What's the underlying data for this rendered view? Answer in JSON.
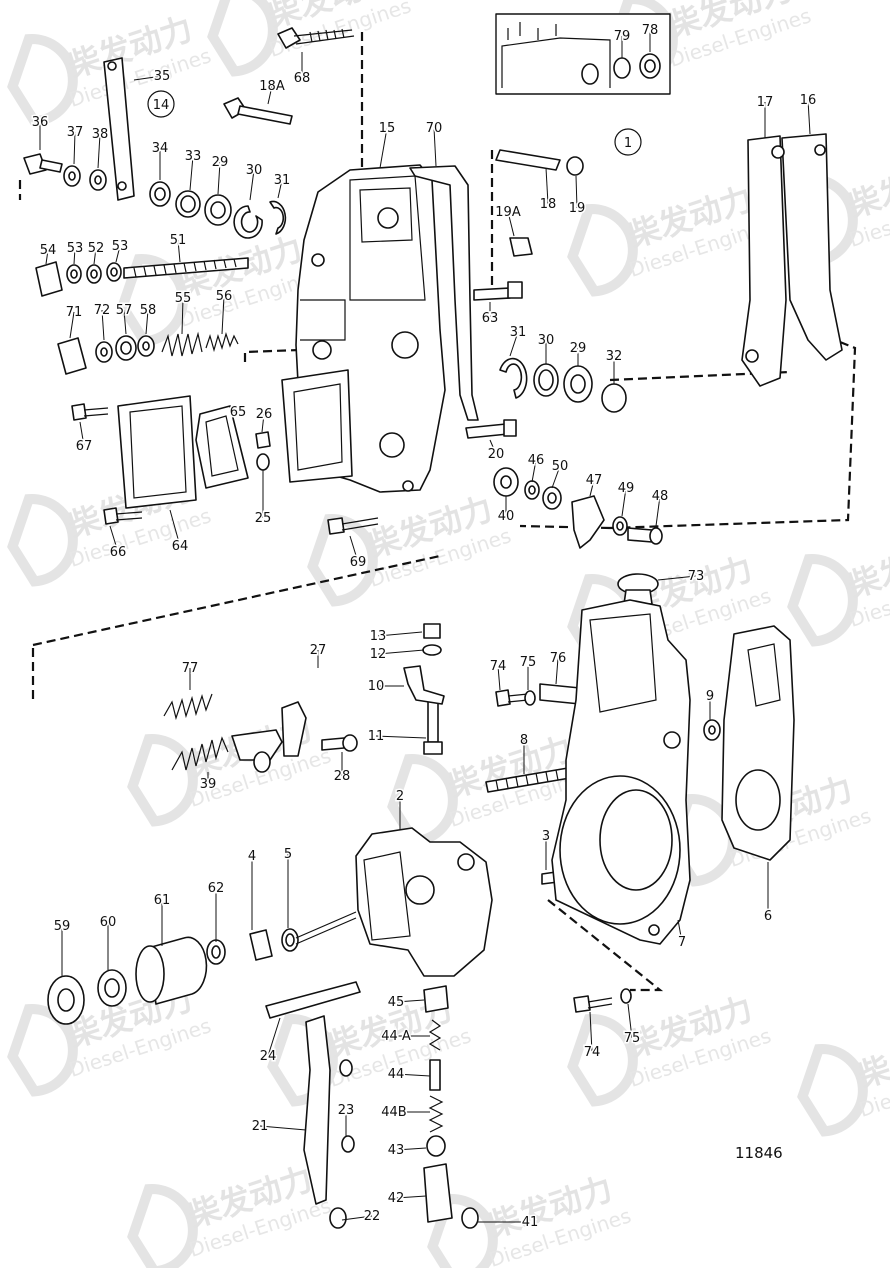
{
  "watermark": {
    "brand_cn": "柴发动力",
    "brand_en": "Diesel-Engines"
  },
  "figure_number": "11846",
  "circled_labels": [
    "14",
    "1"
  ],
  "callouts": [
    {
      "id": "c68",
      "text": "68"
    },
    {
      "id": "c35",
      "text": "35"
    },
    {
      "id": "c18A",
      "text": "18A"
    },
    {
      "id": "c36",
      "text": "36"
    },
    {
      "id": "c37",
      "text": "37"
    },
    {
      "id": "c38",
      "text": "38"
    },
    {
      "id": "c34",
      "text": "34"
    },
    {
      "id": "c33",
      "text": "33"
    },
    {
      "id": "c29a",
      "text": "29"
    },
    {
      "id": "c30a",
      "text": "30"
    },
    {
      "id": "c31a",
      "text": "31"
    },
    {
      "id": "c15",
      "text": "15"
    },
    {
      "id": "c70",
      "text": "70"
    },
    {
      "id": "c79",
      "text": "79"
    },
    {
      "id": "c78",
      "text": "78"
    },
    {
      "id": "c17",
      "text": "17"
    },
    {
      "id": "c16",
      "text": "16"
    },
    {
      "id": "c18",
      "text": "18"
    },
    {
      "id": "c19",
      "text": "19"
    },
    {
      "id": "c19A",
      "text": "19A"
    },
    {
      "id": "c54",
      "text": "54"
    },
    {
      "id": "c53a",
      "text": "53"
    },
    {
      "id": "c52",
      "text": "52"
    },
    {
      "id": "c53b",
      "text": "53"
    },
    {
      "id": "c51",
      "text": "51"
    },
    {
      "id": "c71",
      "text": "71"
    },
    {
      "id": "c72",
      "text": "72"
    },
    {
      "id": "c57",
      "text": "57"
    },
    {
      "id": "c58",
      "text": "58"
    },
    {
      "id": "c55",
      "text": "55"
    },
    {
      "id": "c56",
      "text": "56"
    },
    {
      "id": "c63",
      "text": "63"
    },
    {
      "id": "c31b",
      "text": "31"
    },
    {
      "id": "c30b",
      "text": "30"
    },
    {
      "id": "c29b",
      "text": "29"
    },
    {
      "id": "c32",
      "text": "32"
    },
    {
      "id": "c67",
      "text": "67"
    },
    {
      "id": "c65",
      "text": "65"
    },
    {
      "id": "c26",
      "text": "26"
    },
    {
      "id": "c25",
      "text": "25"
    },
    {
      "id": "c20",
      "text": "20"
    },
    {
      "id": "c46",
      "text": "46"
    },
    {
      "id": "c50",
      "text": "50"
    },
    {
      "id": "c47",
      "text": "47"
    },
    {
      "id": "c49",
      "text": "49"
    },
    {
      "id": "c48",
      "text": "48"
    },
    {
      "id": "c40",
      "text": "40"
    },
    {
      "id": "c66",
      "text": "66"
    },
    {
      "id": "c64",
      "text": "64"
    },
    {
      "id": "c69",
      "text": "69"
    },
    {
      "id": "c73",
      "text": "73"
    },
    {
      "id": "c13",
      "text": "13"
    },
    {
      "id": "c12",
      "text": "12"
    },
    {
      "id": "c10",
      "text": "10"
    },
    {
      "id": "c11",
      "text": "11"
    },
    {
      "id": "c27",
      "text": "27"
    },
    {
      "id": "c77",
      "text": "77"
    },
    {
      "id": "c28",
      "text": "28"
    },
    {
      "id": "c39",
      "text": "39"
    },
    {
      "id": "c74a",
      "text": "74"
    },
    {
      "id": "c75a",
      "text": "75"
    },
    {
      "id": "c76",
      "text": "76"
    },
    {
      "id": "c9",
      "text": "9"
    },
    {
      "id": "c8",
      "text": "8"
    },
    {
      "id": "c2",
      "text": "2"
    },
    {
      "id": "c3",
      "text": "3"
    },
    {
      "id": "c4",
      "text": "4"
    },
    {
      "id": "c5",
      "text": "5"
    },
    {
      "id": "c62",
      "text": "62"
    },
    {
      "id": "c61",
      "text": "61"
    },
    {
      "id": "c60",
      "text": "60"
    },
    {
      "id": "c59",
      "text": "59"
    },
    {
      "id": "c6",
      "text": "6"
    },
    {
      "id": "c7",
      "text": "7"
    },
    {
      "id": "c24",
      "text": "24"
    },
    {
      "id": "c45",
      "text": "45"
    },
    {
      "id": "c44A",
      "text": "44 A"
    },
    {
      "id": "c44",
      "text": "44"
    },
    {
      "id": "c44B",
      "text": "44B"
    },
    {
      "id": "c43",
      "text": "43"
    },
    {
      "id": "c42",
      "text": "42"
    },
    {
      "id": "c41",
      "text": "41"
    },
    {
      "id": "c23",
      "text": "23"
    },
    {
      "id": "c21",
      "text": "21"
    },
    {
      "id": "c22",
      "text": "22"
    },
    {
      "id": "c74b",
      "text": "74"
    },
    {
      "id": "c75b",
      "text": "75"
    }
  ]
}
